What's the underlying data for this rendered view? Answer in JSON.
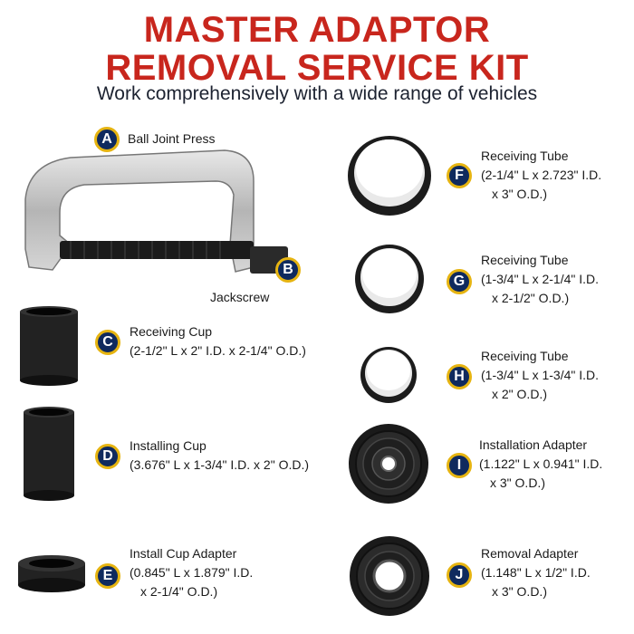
{
  "header": {
    "title_line1": "MASTER ADAPTOR",
    "title_line2": "REMOVAL SERVICE KIT",
    "subtitle": "Work comprehensively with a wide range of vehicles"
  },
  "items": {
    "A": {
      "letter": "A",
      "name": "Ball Joint Press"
    },
    "B": {
      "letter": "B",
      "name": "Jackscrew"
    },
    "C": {
      "letter": "C",
      "name": "Receiving Cup",
      "spec1": "(2-1/2\" L x 2\" I.D. x 2-1/4\" O.D.)"
    },
    "D": {
      "letter": "D",
      "name": "Installing Cup",
      "spec1": "(3.676\" L x 1-3/4\" I.D. x 2\" O.D.)"
    },
    "E": {
      "letter": "E",
      "name": "Install Cup Adapter",
      "spec1": "(0.845\" L x 1.879\" I.D.",
      "spec2": "x 2-1/4\" O.D.)"
    },
    "F": {
      "letter": "F",
      "name": "Receiving Tube",
      "spec1": "(2-1/4\" L x 2.723\" I.D.",
      "spec2": "x 3\" O.D.)"
    },
    "G": {
      "letter": "G",
      "name": "Receiving Tube",
      "spec1": "(1-3/4\" L x 2-1/4\" I.D.",
      "spec2": "x 2-1/2\" O.D.)"
    },
    "H": {
      "letter": "H",
      "name": "Receiving Tube",
      "spec1": "(1-3/4\" L x 1-3/4\" I.D.",
      "spec2": "x 2\" O.D.)"
    },
    "I": {
      "letter": "I",
      "name": "Installation Adapter",
      "spec1": "(1.122\" L x 0.941\" I.D.",
      "spec2": "x 3\" O.D.)"
    },
    "J": {
      "letter": "J",
      "name": "Removal Adapter",
      "spec1": "(1.148\" L x 1/2\" I.D.",
      "spec2": "x 3\" O.D.)"
    }
  },
  "colors": {
    "title": "#c8261d",
    "badge_fill": "#0f2a5e",
    "badge_ring": "#e6b411"
  }
}
